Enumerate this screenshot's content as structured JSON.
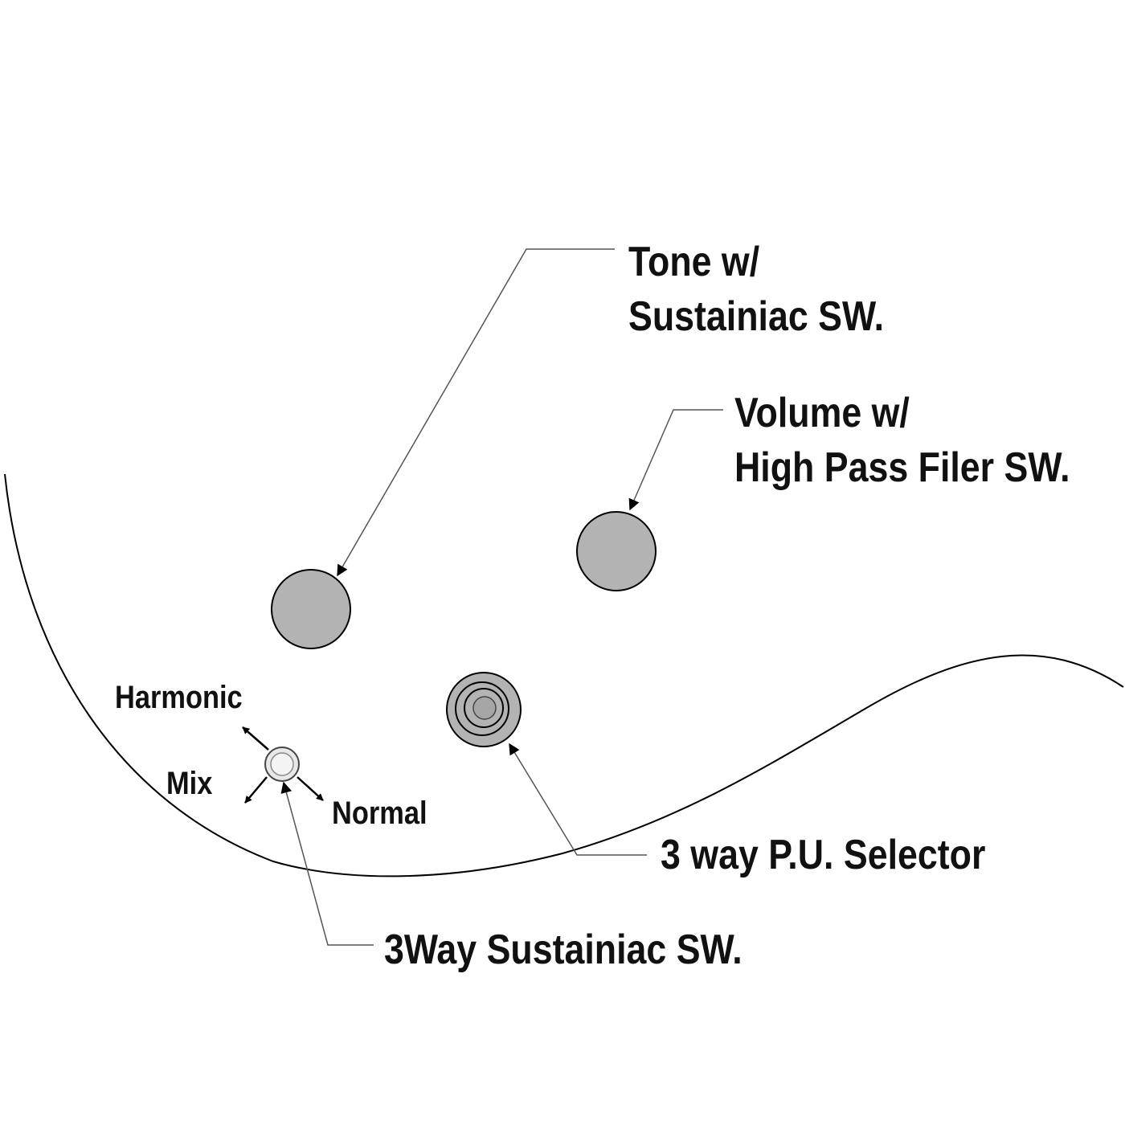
{
  "labels": {
    "tone": [
      "Tone w/",
      "Sustainiac SW."
    ],
    "volume": [
      "Volume w/",
      "High Pass Filer SW."
    ],
    "selector": "3 way P.U. Selector",
    "sustainiac": "3Way Sustainiac SW.",
    "positions": {
      "harmonic": "Harmonic",
      "mix": "Mix",
      "normal": "Normal"
    }
  },
  "colors": {
    "knob_fill": "#b3b3b3",
    "switch_fill": "#e8e8e8",
    "line": "#000000",
    "leader": "#555555",
    "text": "#111111"
  }
}
